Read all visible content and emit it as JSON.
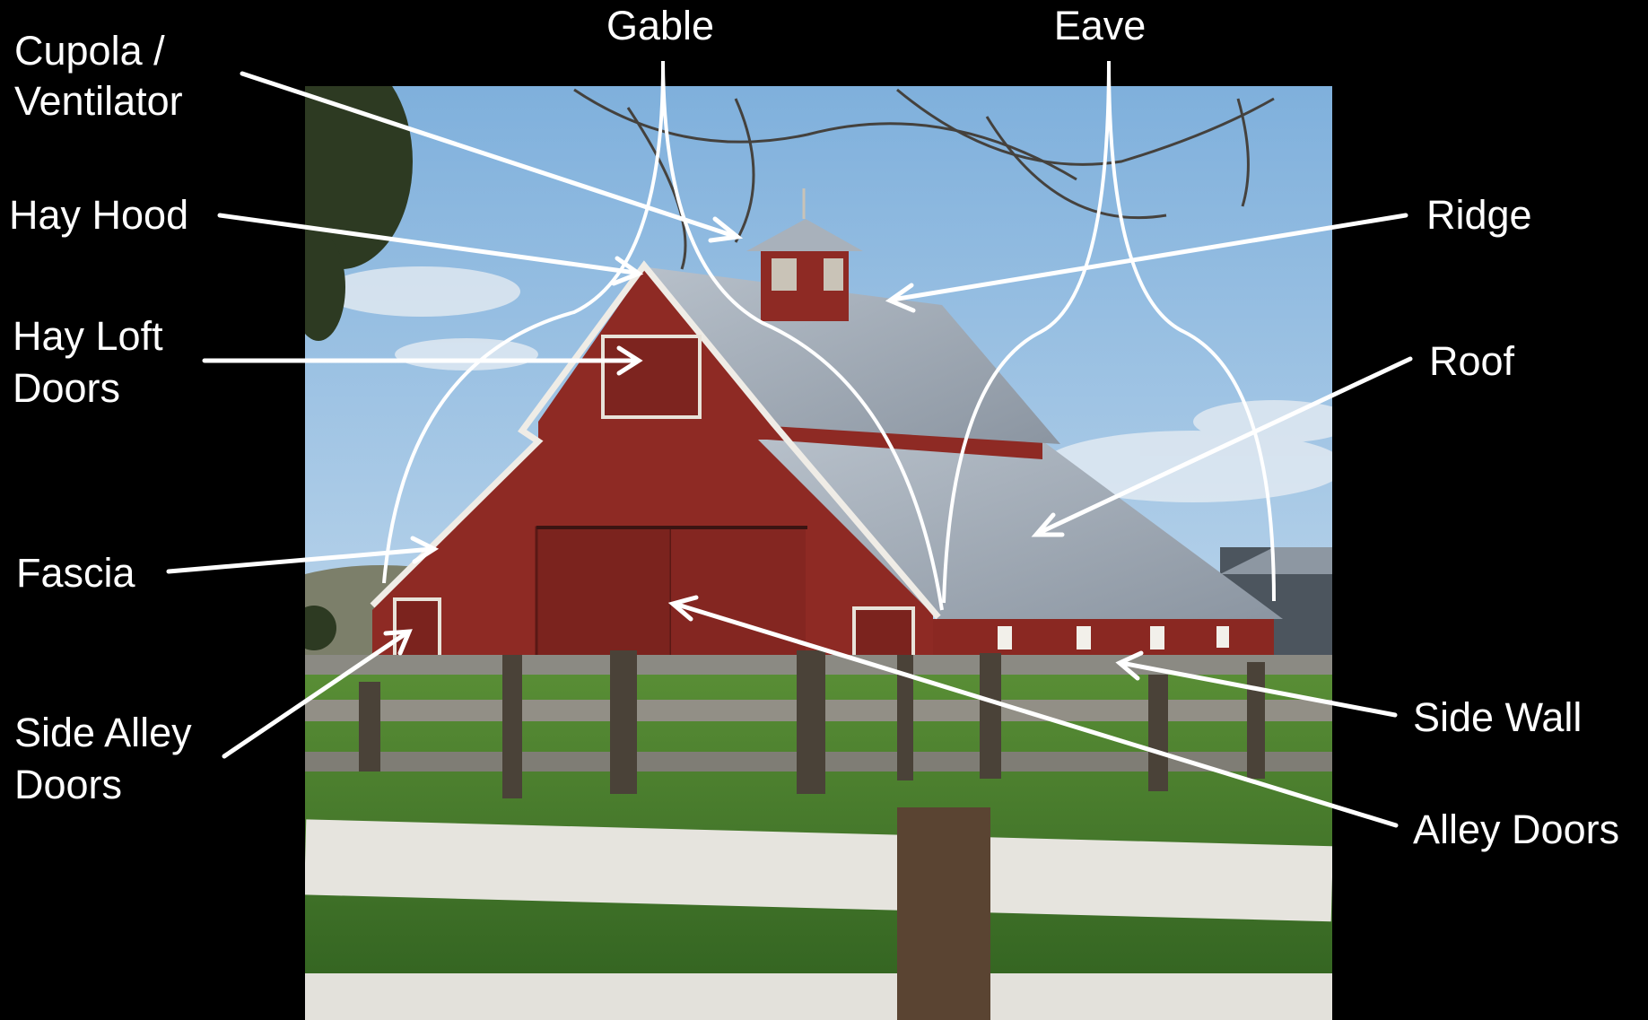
{
  "labels": {
    "gable": "Gable",
    "eave": "Eave",
    "cupola_line1": "Cupola /",
    "cupola_line2": "Ventilator",
    "hay_hood": "Hay Hood",
    "hay_loft_line1": "Hay Loft",
    "hay_loft_line2": "Doors",
    "fascia": "Fascia",
    "side_alley_line1": "Side Alley",
    "side_alley_line2": "Doors",
    "ridge": "Ridge",
    "roof": "Roof",
    "side_wall": "Side Wall",
    "alley_doors": "Alley Doors"
  },
  "colors": {
    "background": "#000000",
    "barn_red": "#8e2a24",
    "roof_gray": "#9aa3ae",
    "sky": "#9ec3e4",
    "grass": "#3f7a2a",
    "annotation": "#ffffff"
  }
}
